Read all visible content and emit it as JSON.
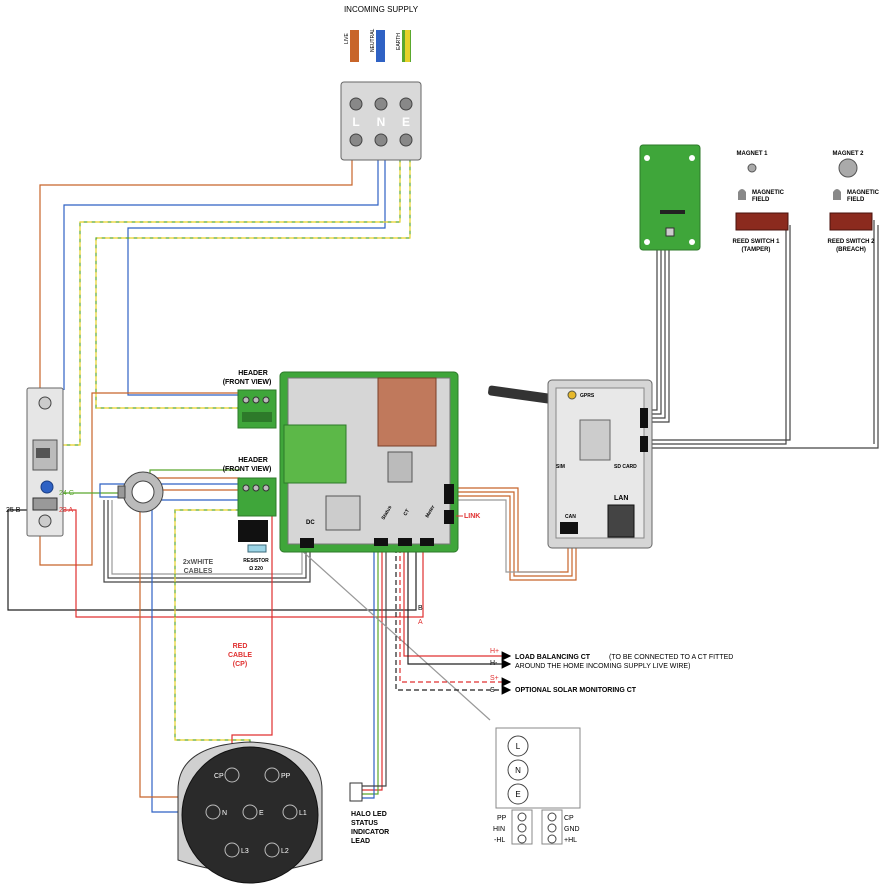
{
  "supply": {
    "title": "INCOMING SUPPLY",
    "wire_live": "LIVE",
    "wire_neutral": "NEUTRAL",
    "wire_earth": "EARTH",
    "term_l": "L",
    "term_n": "N",
    "term_e": "E"
  },
  "magnets": {
    "magnet1": "MAGNET 1",
    "magnet2": "MAGNET 2",
    "field_1a": "MAGNETIC",
    "field_1b": "FIELD",
    "field_2a": "MAGNETIC",
    "field_2b": "FIELD",
    "reed1_a": "REED SWITCH 1",
    "reed1_b": "(TAMPER)",
    "reed2_a": "REED SWITCH 2",
    "reed2_b": "(BREACH)"
  },
  "headers": {
    "top_a": "HEADER",
    "top_b": "(FRONT VIEW)",
    "bot_a": "HEADER",
    "bot_b": "(FRONT VIEW)"
  },
  "meter": {
    "t24": "24 G",
    "t25": "25 B",
    "t23": "23 A"
  },
  "main_board": {
    "dc": "DC",
    "status": "Status",
    "ct": "CT",
    "meter": "Meter",
    "link": "LINK",
    "cables": "2xWHITE\nCABLES",
    "cables_a": "2xWHITE",
    "cables_b": "CABLES",
    "resistor_a": "RESISTOR",
    "resistor_b": "Ω 220"
  },
  "comms_board": {
    "gprs": "GPRS",
    "sim": "SIM",
    "sd": "SD CARD",
    "lan": "LAN",
    "can": "CAN"
  },
  "bus": {
    "b": "B",
    "a": "A"
  },
  "ct": {
    "h_plus": "H+",
    "h_minus": "H-",
    "lb_bold": "LOAD BALANCING CT",
    "lb_rest": "(TO BE CONNECTED TO A CT FITTED",
    "lb_line2": "AROUND THE HOME INCOMING SUPPLY LIVE WIRE)",
    "s_plus": "S+",
    "s_minus": "S-",
    "solar": "OPTIONAL SOLAR MONITORING CT"
  },
  "red_cable": {
    "l1": "RED",
    "l2": "CABLE",
    "l3": "(CP)"
  },
  "socket": {
    "cp": "CP",
    "pp": "PP",
    "n": "N",
    "e": "E",
    "l1": "L1",
    "l2": "L2",
    "l3": "L3"
  },
  "halo": {
    "l1": "HALO LED",
    "l2": "STATUS",
    "l3": "INDICATOR",
    "l4": "LEAD"
  },
  "junction": {
    "l": "L",
    "n": "N",
    "e": "E",
    "pp": "PP",
    "hin": "HIN",
    "hl_minus": "-HL",
    "cp": "CP",
    "gnd": "GND",
    "hl_plus": "+HL"
  },
  "colors": {
    "live": "#c8652a",
    "neutral": "#2f62c4",
    "earth_green": "#5aa82e",
    "earth_yellow": "#e6d12a",
    "pcb_green": "#3fa63a",
    "red": "#e03030"
  }
}
